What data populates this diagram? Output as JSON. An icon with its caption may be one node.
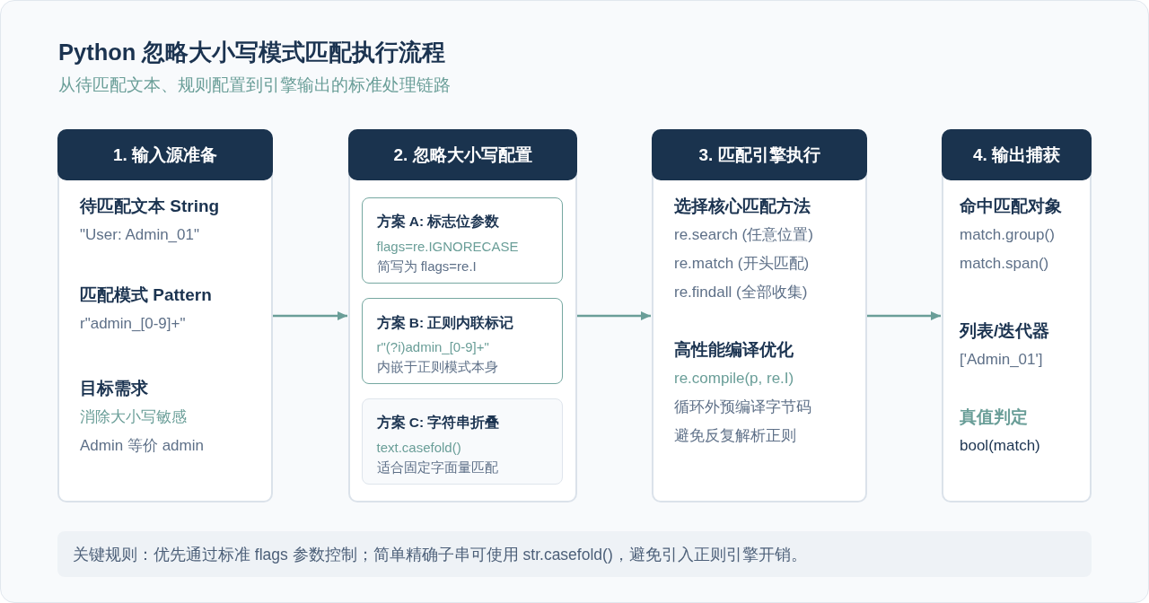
{
  "diagram": {
    "title": "Python 忽略大小写模式匹配执行流程",
    "nodes": [
      {
        "text": [
          "1. 输入源准备",
          "待匹配文本 String",
          "\"User: Admin_01\"",
          "匹配模式 Pattern",
          "r\"admin_[0-9]+\"",
          "目标需求",
          "消除大小写敏感",
          "Admin 等价 admin"
        ]
      },
      {
        "text": [
          "2. 忽略大小写配置"
        ]
      },
      {
        "text": [
          "方案 A: 标志位参数",
          "flags=re.IGNORECASE",
          "简写为 flags=re.I"
        ],
        "in": 1
      },
      {
        "text": [
          "方案 B: 正则内联标记",
          "r\"(?i)admin_[0-9]+\"",
          "内嵌于正则模式本身"
        ],
        "in": 1
      },
      {
        "text": [
          "方案 C: 字符串折叠",
          "text.casefold()",
          "适合固定字面量匹配"
        ],
        "in": 1
      },
      {
        "text": [
          "3. 匹配引擎执行",
          "选择核心匹配方法",
          "re.search (任意位置)",
          "re.match (开头匹配)",
          "re.findall (全部收集)",
          "高性能编译优化",
          "re.compile(p, re.I)",
          "循环外预编译字节码",
          "避免反复解析正则"
        ]
      },
      {
        "text": [
          "4. 输出捕获",
          "命中匹配对象",
          "match.group()",
          "match.span()",
          "列表/迭代器",
          "['Admin_01']",
          "真值判定",
          "bool(match)"
        ]
      },
      {
        "text": [
          "关键规则：优先通过标准 flags 参数控制；简单精确子串可使用 str.casefold()，避免引入正则引擎开销。"
        ]
      }
    ],
    "edges": [
      {
        "from": 0,
        "to": 1,
        "arrow": "to"
      },
      {
        "from": 1,
        "to": 5,
        "arrow": "to"
      },
      {
        "from": 5,
        "to": 6,
        "arrow": "to"
      }
    ],
    "labels": [
      "从待匹配文本、规则配置到引擎输出的标准处理链路"
    ]
  }
}
